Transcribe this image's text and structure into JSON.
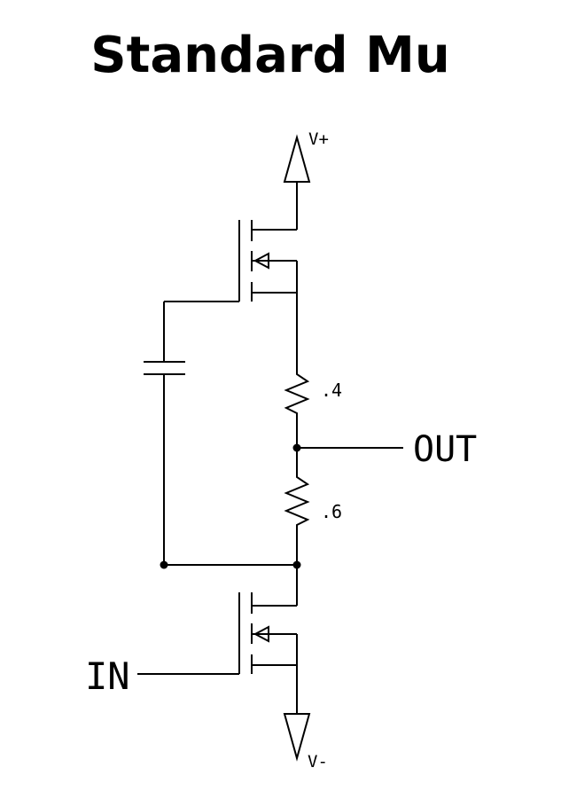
{
  "title": "Standard Mu",
  "labels": {
    "vplus": "V+",
    "vminus": "V-",
    "r_top": ".4",
    "r_bottom": ".6",
    "out": "OUT",
    "in": "IN"
  },
  "colors": {
    "line": "#000000",
    "background": "#ffffff"
  }
}
